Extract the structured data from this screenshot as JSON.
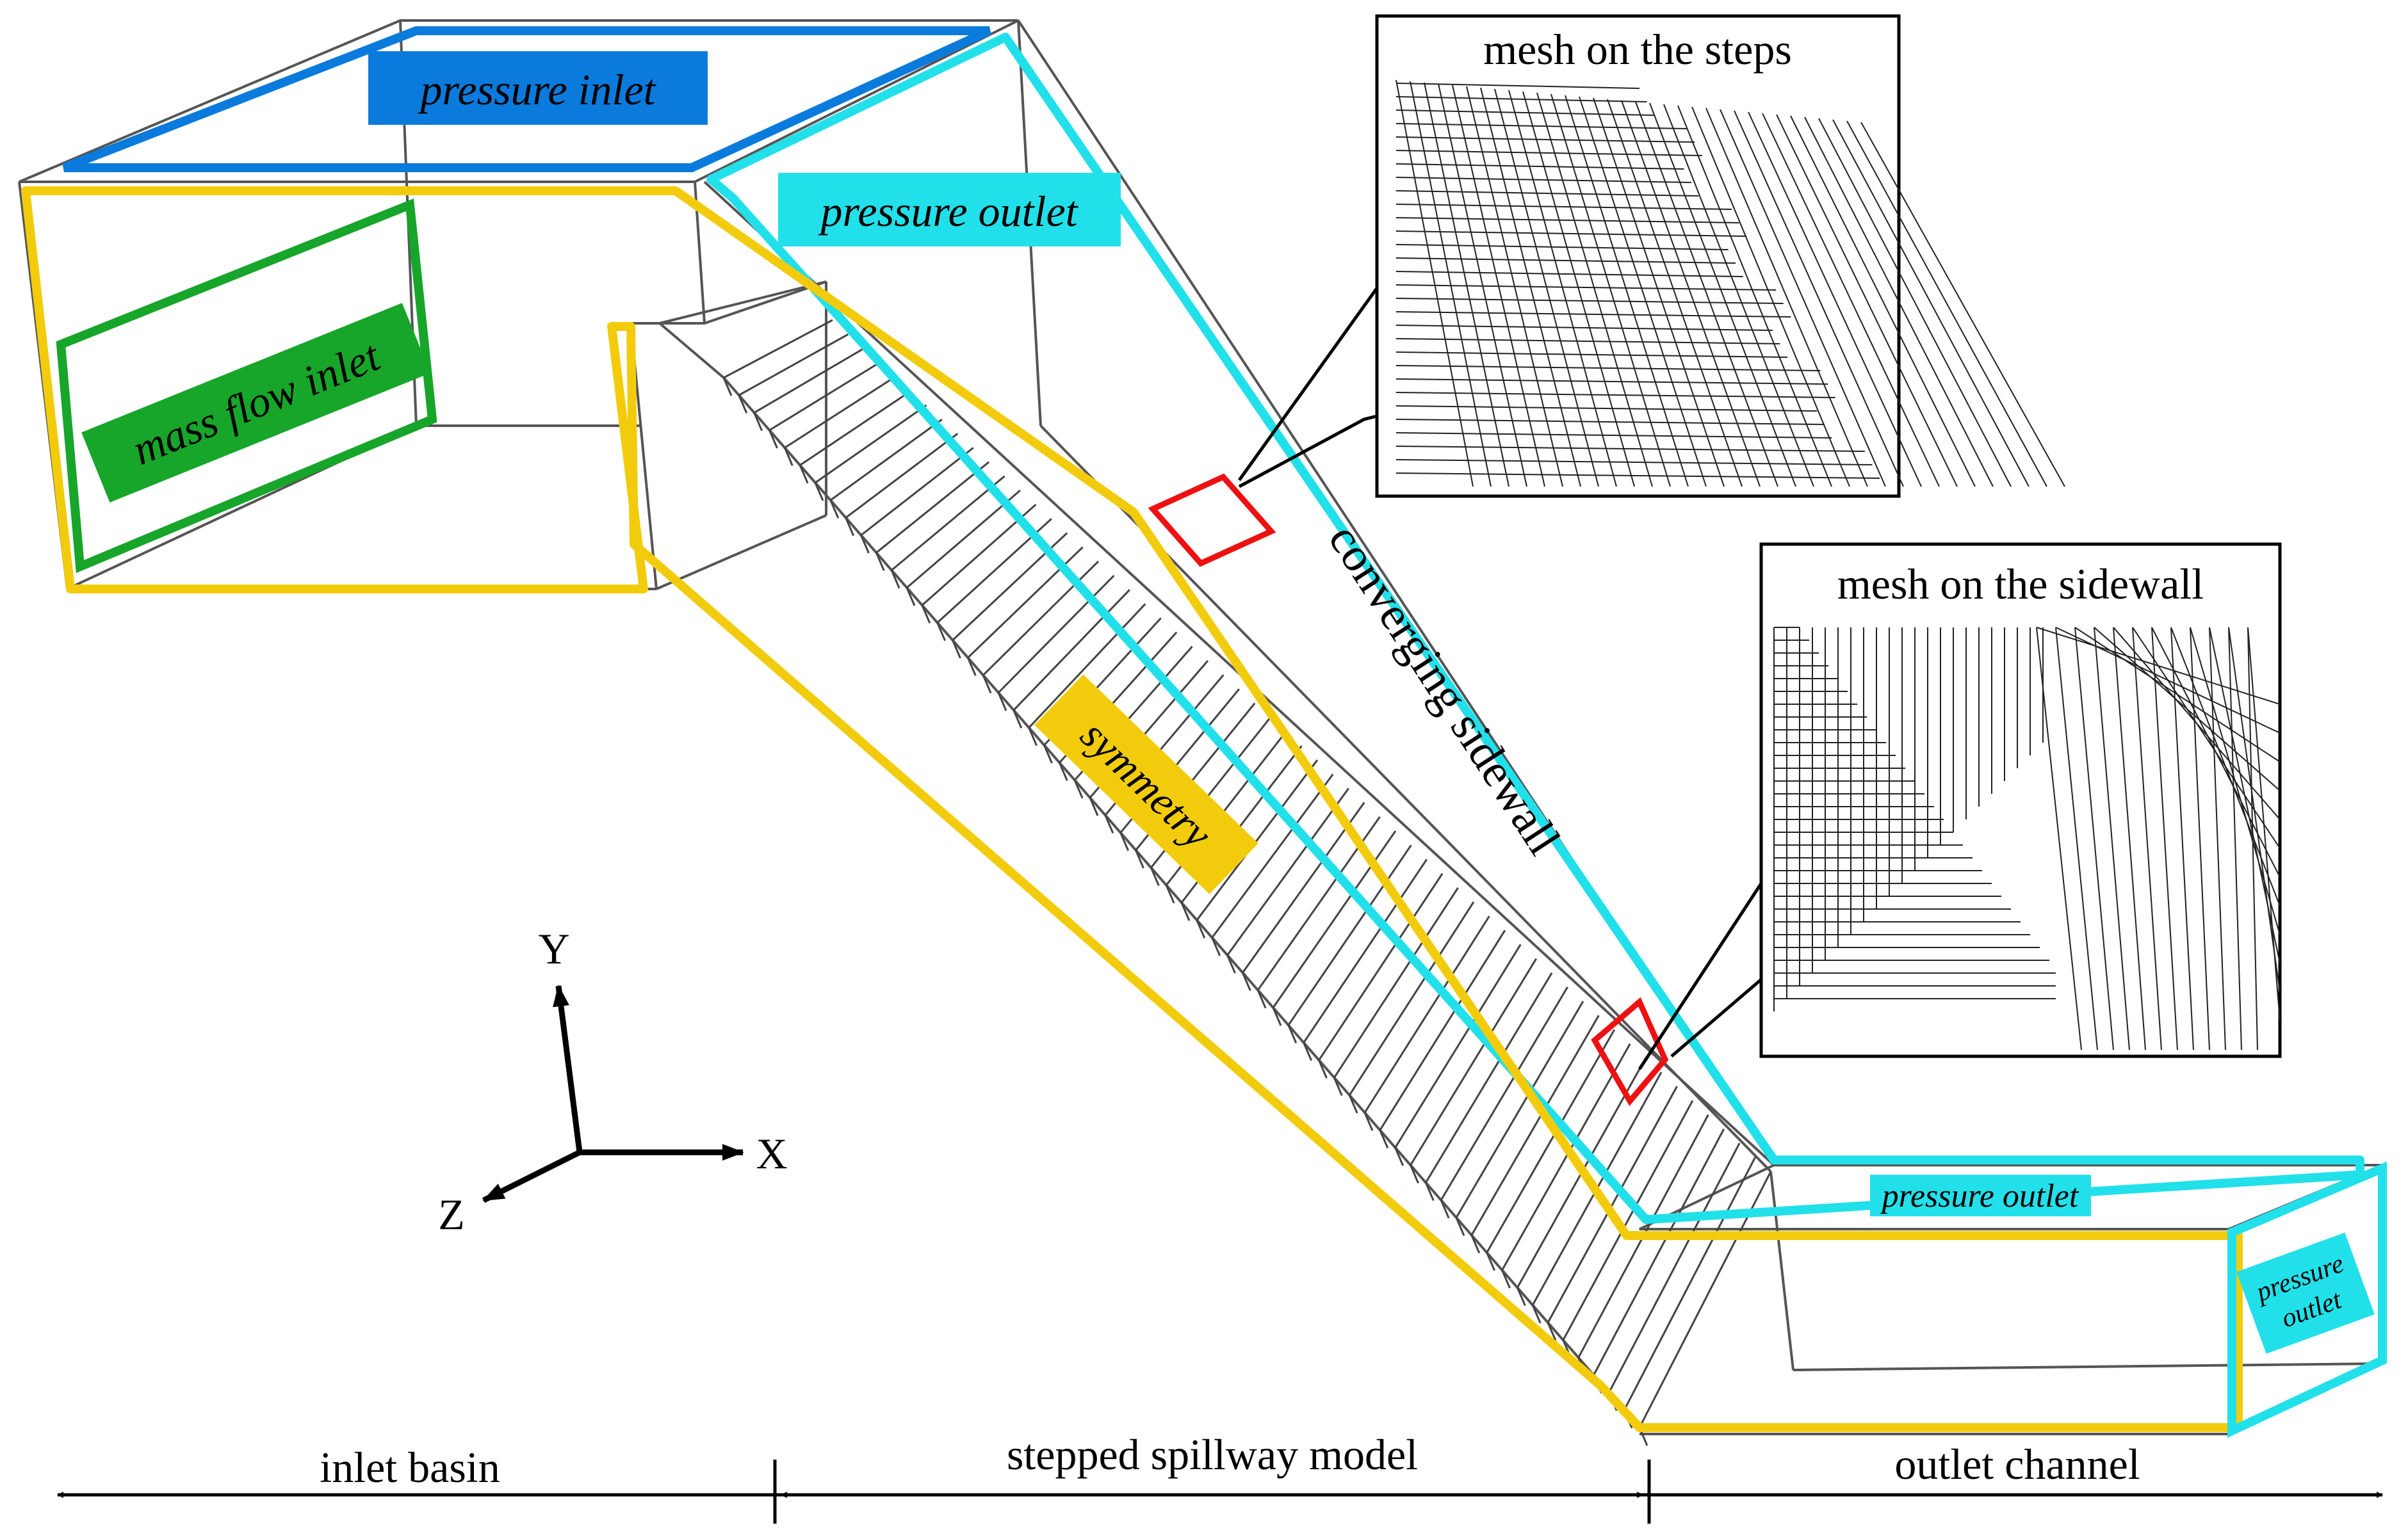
{
  "boundaries": {
    "pressure_inlet": "pressure inlet",
    "pressure_outlet_top": "pressure outlet",
    "mass_flow_inlet": "mass flow inlet",
    "symmetry": "symmetry",
    "converging_sidewall": "converging sidewall",
    "pressure_outlet_channel": "pressure outlet",
    "pressure_outlet_end_line1": "pressure",
    "pressure_outlet_end_line2": "outlet"
  },
  "insets": {
    "steps_title": "mesh on the steps",
    "sidewall_title": "mesh on the sidewall"
  },
  "axes": {
    "x": "X",
    "y": "Y",
    "z": "Z"
  },
  "sections": {
    "inlet": "inlet basin",
    "spillway": "stepped spillway model",
    "outlet": "outlet channel"
  },
  "colors": {
    "pressure_inlet": "#0a7bdc",
    "pressure_outlet": "#22e0ea",
    "mass_flow": "#17a52a",
    "symmetry": "#f2cc0c",
    "highlight": "#ee1111",
    "model_lines": "#555555"
  }
}
